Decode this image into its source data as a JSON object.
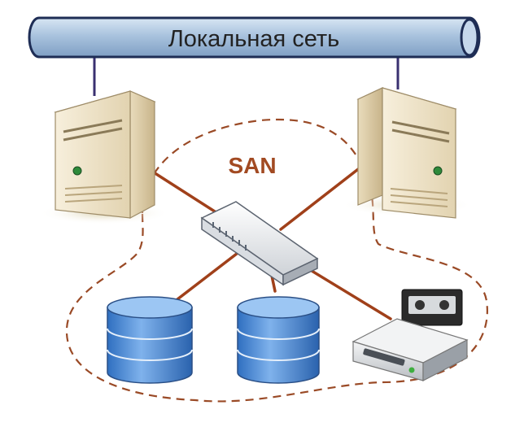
{
  "network_bus": {
    "label": "Локальная сеть"
  },
  "san": {
    "label": "SAN"
  },
  "colors": {
    "bus_fill": "#a9c3de",
    "bus_stroke": "#1e2d55",
    "lan_link": "#3a3070",
    "san_link": "#a0401a",
    "san_boundary": "#9a4a26",
    "san_label": "#a24a22",
    "server_body": "#ece0c4",
    "storage_blue": "#4a8bd6"
  },
  "components": {
    "servers": [
      "server-left",
      "server-right"
    ],
    "switch": "fc-switch",
    "storage": [
      "disk-array-1",
      "disk-array-2",
      "tape-library"
    ]
  }
}
